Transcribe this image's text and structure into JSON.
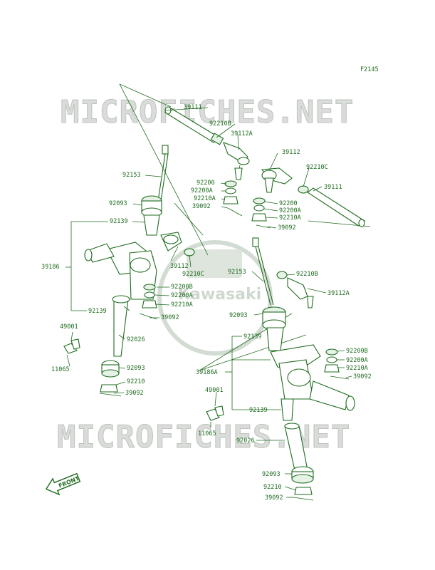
{
  "diagram_id": "F2145",
  "watermark": {
    "text": "MICROFICHES.NET",
    "logo_text": "Kawasaki"
  },
  "front_label": "FRONT",
  "labels": {
    "l39111a": "39111",
    "l92210b_top": "92210B",
    "l39112a_top": "39112A",
    "l39112_r": "39112",
    "l92210c_r": "92210C",
    "l39111b": "39111",
    "l92153_top": "92153",
    "l92200_a": "92200",
    "l92200a_a": "92200A",
    "l92210a_a": "92210A",
    "l39092_a": "39092",
    "l92200_b": "92200",
    "l92200a_b": "92200A",
    "l92210a_b": "92210A",
    "l39092_b": "39092",
    "l92093_l": "92093",
    "l92139_l1": "92139",
    "l39186": "39186",
    "l39112_m": "39112",
    "l92210c_m": "92210C",
    "l92200b_l": "92200B",
    "l92200a_l": "92200A",
    "l92210a_l": "92210A",
    "l92139_l2": "92139",
    "l39092_l": "39092",
    "l49001_l": "49001",
    "l92026_l": "92026",
    "l11065_l": "11065",
    "l92093_l2": "92093",
    "l92210_l": "92210",
    "l39092_l2": "39092",
    "l92153_m": "92153",
    "l92210b_m": "92210B",
    "l39112a_m": "39112A",
    "l92093_m": "92093",
    "l92139_r1": "92139",
    "l92200b_r": "92200B",
    "l92200a_r": "92200A",
    "l92210a_r": "92210A",
    "l39092_r": "39092",
    "l39186a": "39186A",
    "l49001_r": "49001",
    "l92139_r2": "92139",
    "l11065_r": "11065",
    "l92026_r": "92026",
    "l92093_r2": "92093",
    "l92210_r": "92210",
    "l39092_r2": "39092"
  }
}
